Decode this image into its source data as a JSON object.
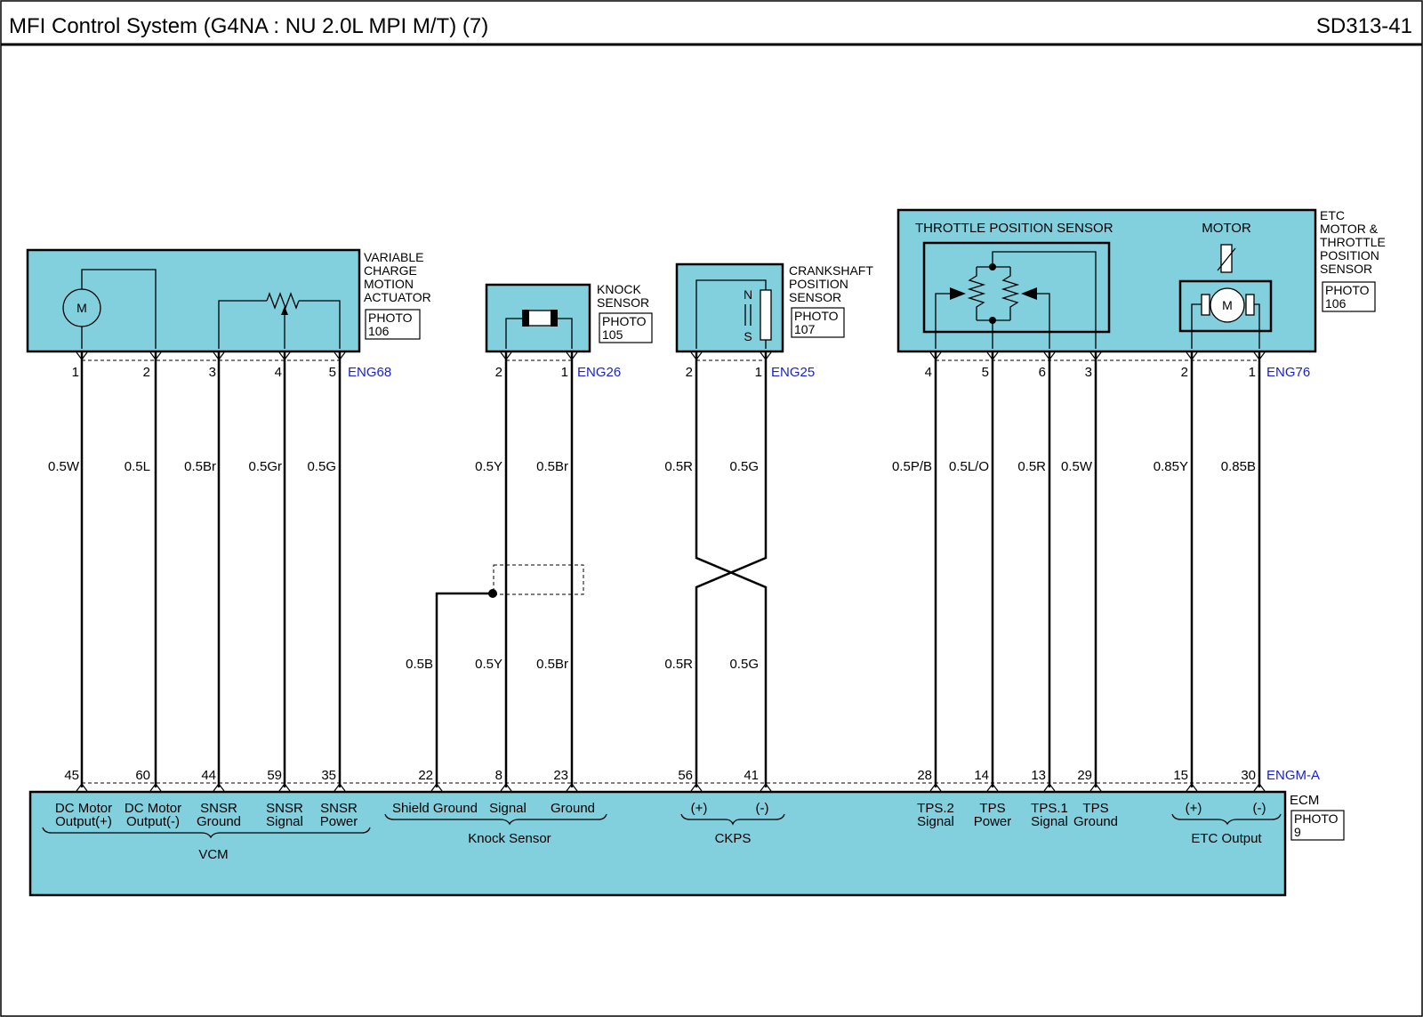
{
  "header": {
    "title": "MFI Control System (G4NA : NU 2.0L MPI M/T) (7)",
    "page_code": "SD313-41"
  },
  "components": {
    "vcm_actuator": {
      "label_lines": [
        "VARIABLE",
        "CHARGE",
        "MOTION",
        "ACTUATOR"
      ],
      "photo_lines": [
        "PHOTO",
        "106"
      ],
      "motor_symbol": "M",
      "connector": "ENG68",
      "pins": [
        "1",
        "2",
        "3",
        "4",
        "5"
      ]
    },
    "knock_sensor": {
      "label_lines": [
        "KNOCK",
        "SENSOR"
      ],
      "photo_lines": [
        "PHOTO",
        "105"
      ],
      "connector": "ENG26",
      "pins": [
        "2",
        "1"
      ]
    },
    "crankshaft_sensor": {
      "label_lines": [
        "CRANKSHAFT",
        "POSITION",
        "SENSOR"
      ],
      "photo_lines": [
        "PHOTO",
        "107"
      ],
      "pole_n": "N",
      "pole_s": "S",
      "connector": "ENG25",
      "pins": [
        "2",
        "1"
      ]
    },
    "etc_motor": {
      "label_lines": [
        "ETC",
        "MOTOR &",
        "THROTTLE",
        "POSITION",
        "SENSOR"
      ],
      "photo_lines": [
        "PHOTO",
        "106"
      ],
      "tps_label": "THROTTLE POSITION SENSOR",
      "motor_label": "MOTOR",
      "motor_symbol": "M",
      "connector": "ENG76",
      "pins": [
        "4",
        "5",
        "6",
        "3",
        "2",
        "1"
      ]
    }
  },
  "wires": {
    "upper": [
      "0.5W",
      "0.5L",
      "0.5Br",
      "0.5Gr",
      "0.5G",
      "0.5Y",
      "0.5Br",
      "0.5R",
      "0.5G",
      "0.5P/B",
      "0.5L/O",
      "0.5R",
      "0.5W",
      "0.85Y",
      "0.85B"
    ],
    "lower": [
      "0.5B",
      "0.5Y",
      "0.5Br",
      "0.5R",
      "0.5G"
    ]
  },
  "ecm": {
    "label": "ECM",
    "photo_lines": [
      "PHOTO",
      "9"
    ],
    "connector": "ENGM-A",
    "pins": [
      "45",
      "60",
      "44",
      "59",
      "35",
      "22",
      "8",
      "23",
      "56",
      "41",
      "28",
      "14",
      "13",
      "29",
      "15",
      "30"
    ],
    "terminal_labels": {
      "dc_motor_pos": [
        "DC Motor",
        "Output(+)"
      ],
      "dc_motor_neg": [
        "DC Motor",
        "Output(-)"
      ],
      "snsr_ground": [
        "SNSR",
        "Ground"
      ],
      "snsr_signal": [
        "SNSR",
        "Signal"
      ],
      "snsr_power": [
        "SNSR",
        "Power"
      ],
      "shield_ground": "Shield Ground",
      "knock_signal": "Signal",
      "knock_ground": "Ground",
      "ckps_pos": "(+)",
      "ckps_neg": "(-)",
      "tps2_signal": [
        "TPS.2",
        "Signal"
      ],
      "tps_power": [
        "TPS",
        "Power"
      ],
      "tps1_signal": [
        "TPS.1",
        "Signal"
      ],
      "tps_ground": [
        "TPS",
        "Ground"
      ],
      "etc_pos": "(+)",
      "etc_neg": "(-)"
    },
    "group_labels": {
      "vcm": "VCM",
      "knock_sensor": "Knock Sensor",
      "ckps": "CKPS",
      "etc_output": "ETC Output"
    }
  },
  "colors": {
    "component_fill": "#82cfde",
    "connector_text": "#1a22d0",
    "line": "#000000"
  }
}
